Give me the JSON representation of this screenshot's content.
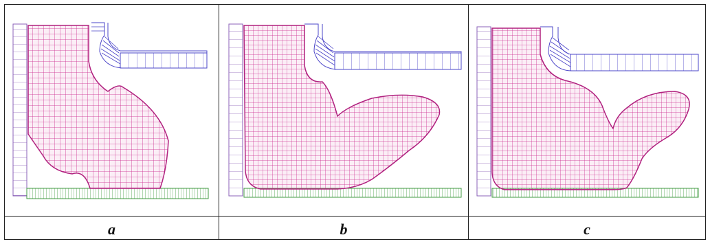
{
  "figure": {
    "panels": [
      {
        "label": "a"
      },
      {
        "label": "b"
      },
      {
        "label": "c"
      }
    ],
    "colors": {
      "mesh": "#cc2b8f",
      "mesh_outline": "#b0227f",
      "wall_support": "#4a44c8",
      "bottom_support": "#3f9a3f",
      "left_support": "#8b62b8",
      "frame": "#222222"
    }
  }
}
